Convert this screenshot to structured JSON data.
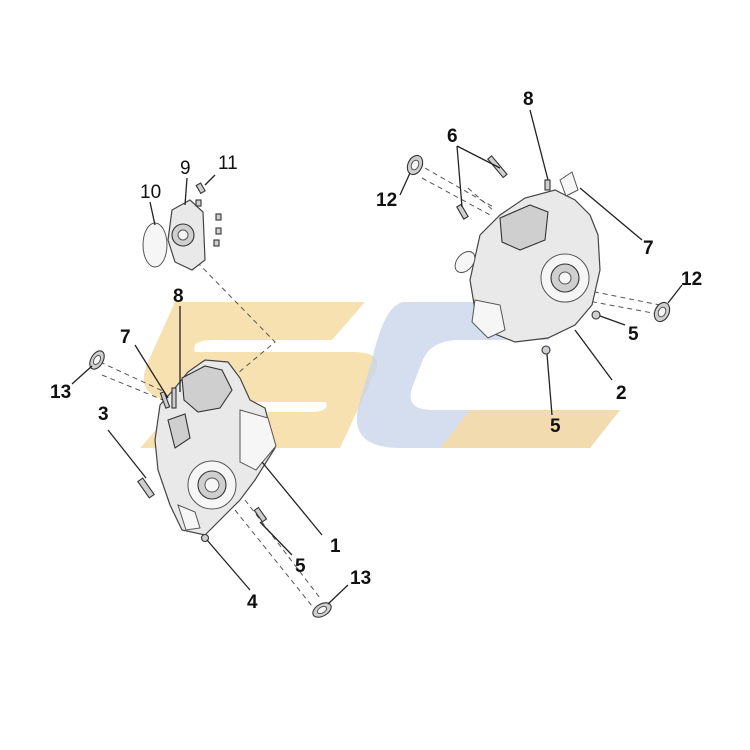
{
  "watermark": {
    "text": "SC",
    "color_primary": "#f7dca3",
    "color_secondary": "#c9d6ea"
  },
  "callouts": {
    "front_top_11": "11",
    "front_top_9": "9",
    "front_top_10": "10",
    "front_8": "8",
    "front_7": "7",
    "front_13_left": "13",
    "front_3": "3",
    "front_1": "1",
    "front_5": "5",
    "front_4": "4",
    "front_13_bottom": "13",
    "rear_8": "8",
    "rear_6": "6",
    "rear_12_left": "12",
    "rear_7": "7",
    "rear_12_right": "12",
    "rear_5_right": "5",
    "rear_2": "2",
    "rear_5_bottom": "5"
  }
}
